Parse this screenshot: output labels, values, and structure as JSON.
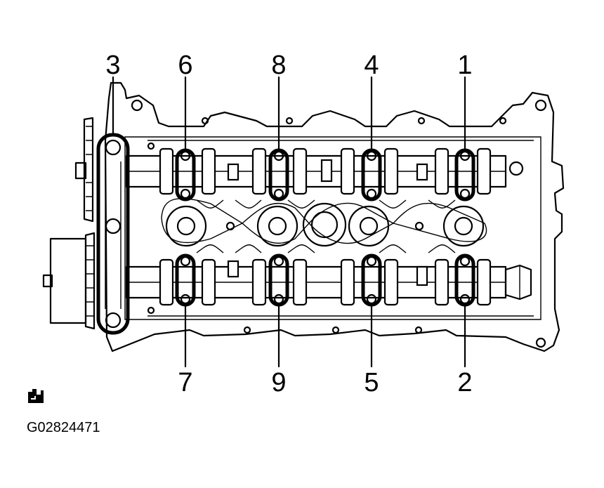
{
  "figure": {
    "id_label": "G02824471",
    "icon": "torque-wrench-icon",
    "callouts_top": [
      "3",
      "6",
      "8",
      "4",
      "1"
    ],
    "callouts_bottom": [
      "7",
      "9",
      "5",
      "2"
    ]
  }
}
